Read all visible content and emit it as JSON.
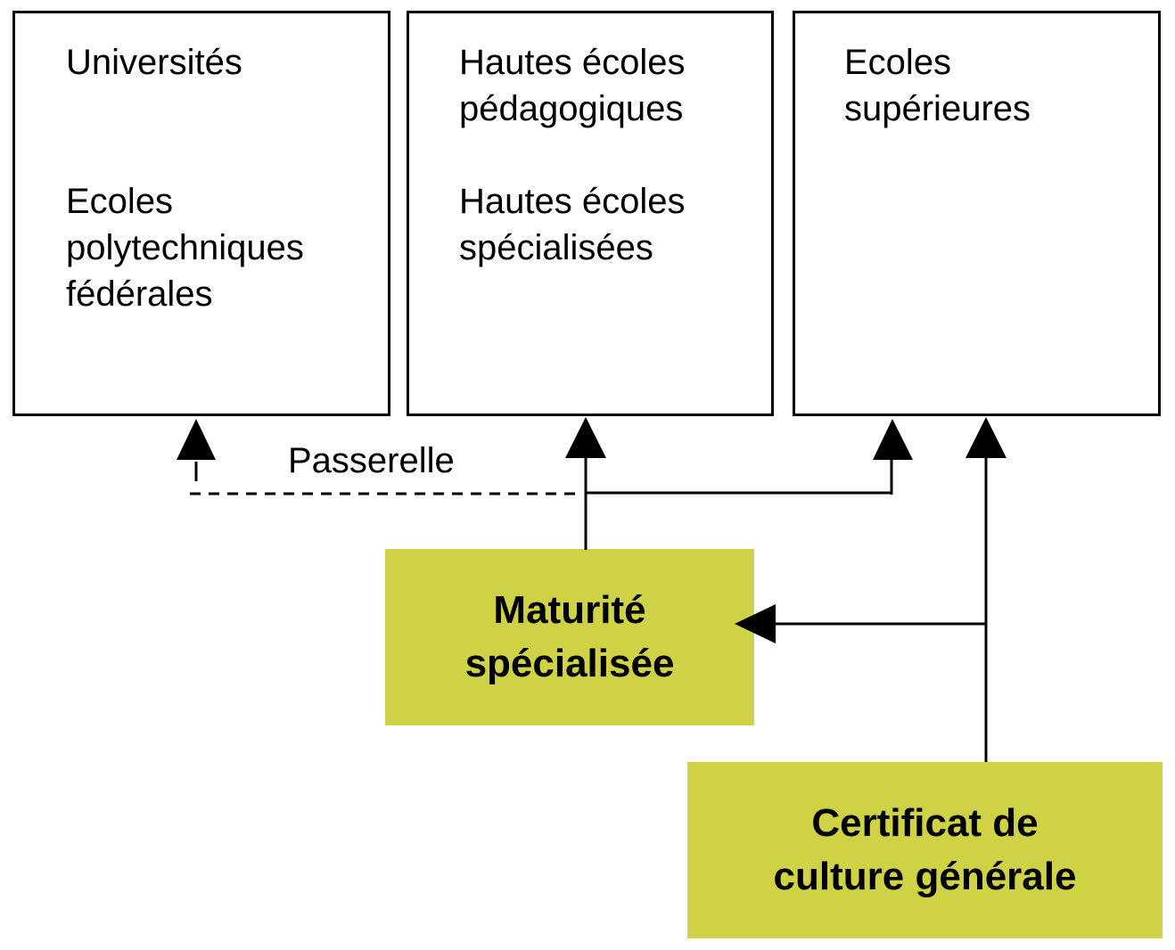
{
  "colors": {
    "target_fill": "#cfd244",
    "stroke": "#000000",
    "box_border": "#000000"
  },
  "institutions": {
    "left": {
      "line1": "Universités",
      "line2": "Ecoles",
      "line3": "polytechniques",
      "line4": "fédérales"
    },
    "middle": {
      "line1": "Hautes écoles",
      "line2": "pédagogiques",
      "line3": "Hautes écoles",
      "line4": "spécialisées"
    },
    "right": {
      "line1": "Ecoles",
      "line2": "supérieures"
    }
  },
  "qualifications": {
    "maturite": {
      "line1": "Maturité",
      "line2": "spécialisée"
    },
    "certificat": {
      "line1": "Certificat de",
      "line2": "culture générale"
    }
  },
  "connector_labels": {
    "passerelle": "Passerelle"
  }
}
